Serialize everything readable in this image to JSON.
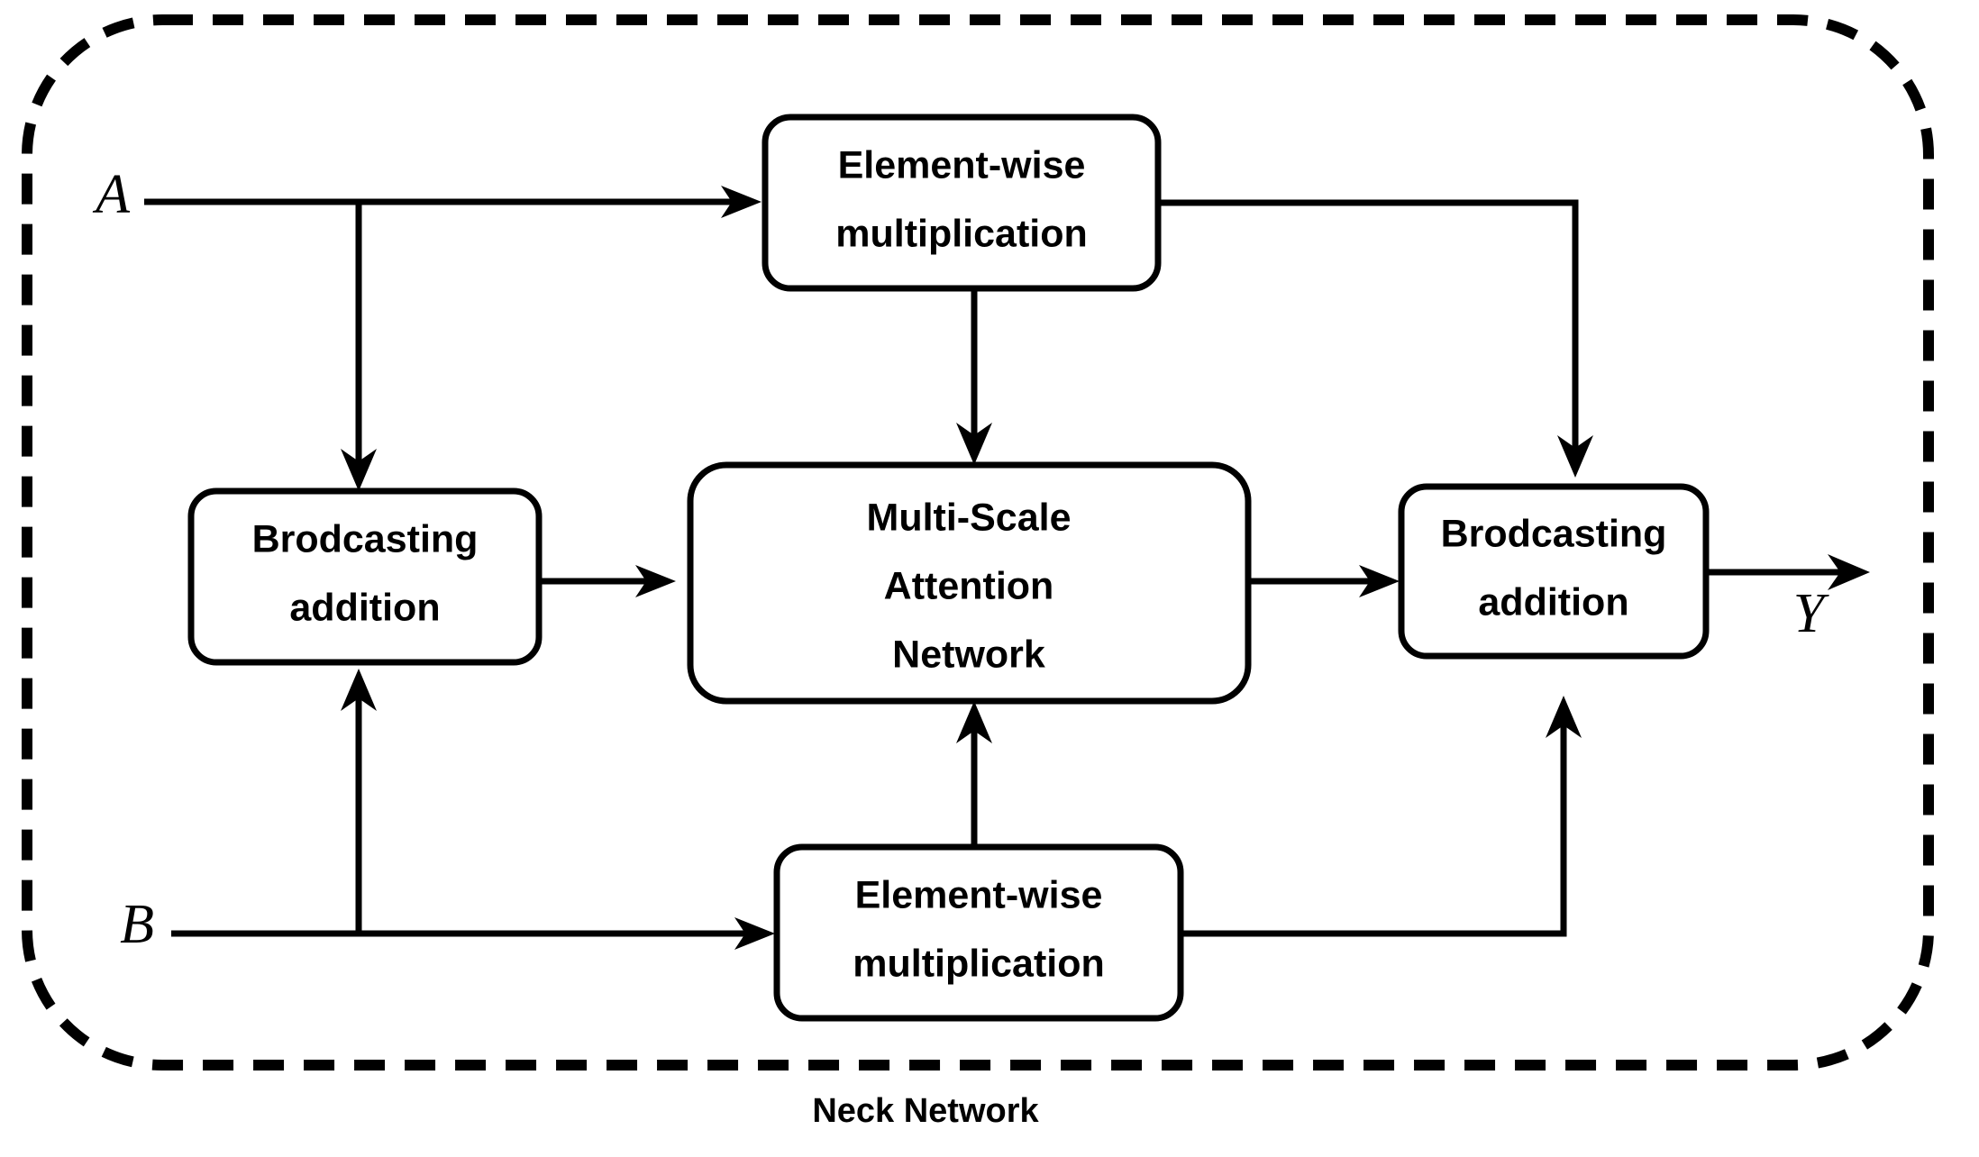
{
  "diagram": {
    "caption": "Neck Network",
    "colors": {
      "stroke": "#000000",
      "background": "#ffffff",
      "box_fill": "#ffffff"
    },
    "boundary": {
      "name": "neck-network-boundary",
      "style": "dashed-rounded-rectangle"
    },
    "inputs": [
      {
        "id": "A",
        "label": "A"
      },
      {
        "id": "B",
        "label": "B"
      }
    ],
    "outputs": [
      {
        "id": "Y",
        "label": "Y"
      }
    ],
    "nodes": [
      {
        "id": "elemwise-mult-top",
        "lines": [
          "Element-wise",
          "multiplication"
        ],
        "line1": "Element-wise",
        "line2": "multiplication"
      },
      {
        "id": "broadcast-add-left",
        "lines": [
          "Brodcasting",
          "addition"
        ],
        "line1": "Brodcasting",
        "line2": "addition"
      },
      {
        "id": "msan",
        "lines": [
          "Multi-Scale",
          "Attention",
          "Network"
        ],
        "line1": "Multi-Scale",
        "line2": "Attention",
        "line3": "Network"
      },
      {
        "id": "broadcast-add-right",
        "lines": [
          "Brodcasting",
          "addition"
        ],
        "line1": "Brodcasting",
        "line2": "addition"
      },
      {
        "id": "elemwise-mult-bottom",
        "lines": [
          "Element-wise",
          "multiplication"
        ],
        "line1": "Element-wise",
        "line2": "multiplication"
      }
    ],
    "edges": [
      {
        "from": "A",
        "to": "elemwise-mult-top"
      },
      {
        "from": "A",
        "to": "broadcast-add-left"
      },
      {
        "from": "B",
        "to": "broadcast-add-left"
      },
      {
        "from": "B",
        "to": "elemwise-mult-bottom"
      },
      {
        "from": "elemwise-mult-top",
        "to": "msan"
      },
      {
        "from": "elemwise-mult-top",
        "to": "broadcast-add-right"
      },
      {
        "from": "broadcast-add-left",
        "to": "msan"
      },
      {
        "from": "elemwise-mult-bottom",
        "to": "msan"
      },
      {
        "from": "elemwise-mult-bottom",
        "to": "broadcast-add-right"
      },
      {
        "from": "msan",
        "to": "broadcast-add-right"
      },
      {
        "from": "broadcast-add-right",
        "to": "Y"
      }
    ]
  }
}
